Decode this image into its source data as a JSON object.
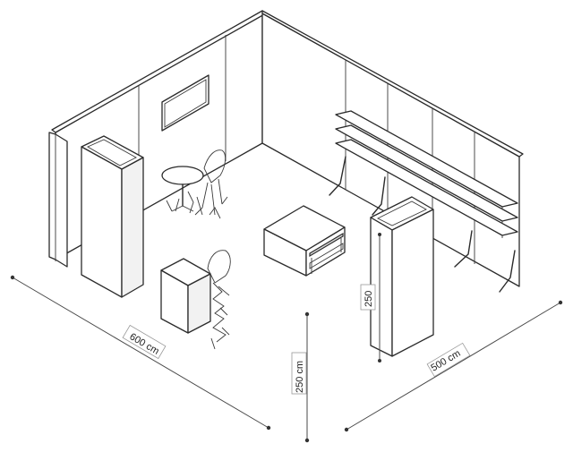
{
  "dimensions": {
    "width_label": "600 cm",
    "depth_label": "500 cm",
    "height_label": "250 cm",
    "cabinet_height_label": "250"
  }
}
